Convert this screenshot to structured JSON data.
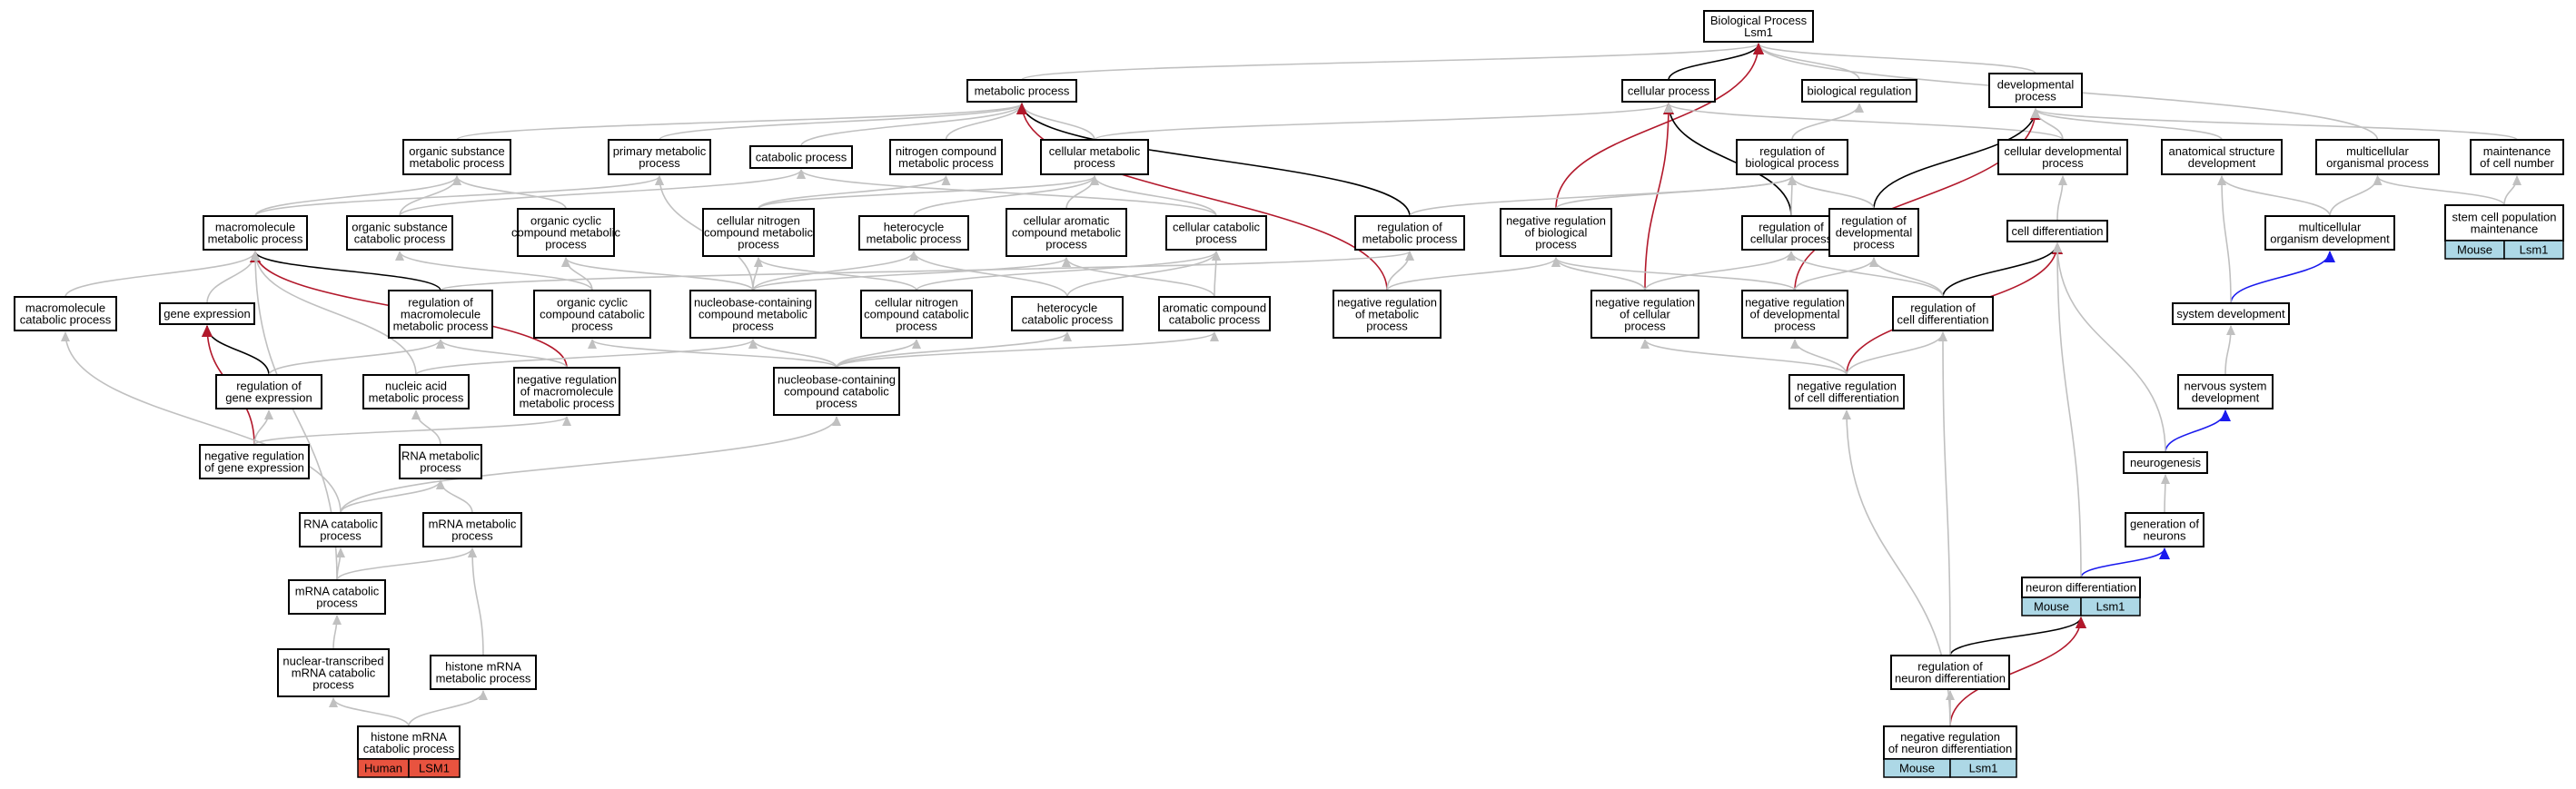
{
  "colors": {
    "gray": "#c0c0c0",
    "black": "#000000",
    "red": "#b2182b",
    "blue": "#1a1aee",
    "human_badge": "#e8533f",
    "mouse_badge": "#add8e6"
  },
  "nodes": {
    "bp": [
      "Biological Process",
      "Lsm1"
    ],
    "metabolic": [
      "metabolic process"
    ],
    "cellular_process": [
      "cellular process"
    ],
    "bio_reg": [
      "biological regulation"
    ],
    "dev_process": [
      "developmental",
      "process"
    ],
    "org_sub_met": [
      "organic substance",
      "metabolic process"
    ],
    "primary_met": [
      "primary metabolic",
      "process"
    ],
    "catabolic": [
      "catabolic process"
    ],
    "nitrogen_met": [
      "nitrogen compound",
      "metabolic process"
    ],
    "cellular_met": [
      "cellular metabolic",
      "process"
    ],
    "reg_bio": [
      "regulation of",
      "biological process"
    ],
    "cell_dev": [
      "cellular developmental",
      "process"
    ],
    "anat_dev": [
      "anatomical structure",
      "development"
    ],
    "multi_org": [
      "multicellular",
      "organismal process"
    ],
    "maint_cell": [
      "maintenance",
      "of cell number"
    ],
    "macro_met": [
      "macromolecule",
      "metabolic process"
    ],
    "org_sub_cat": [
      "organic substance",
      "catabolic process"
    ],
    "org_cyc_met": [
      "organic cyclic",
      "compound metabolic",
      "process"
    ],
    "cell_nit_met": [
      "cellular nitrogen",
      "compound metabolic",
      "process"
    ],
    "het_met": [
      "heterocycle",
      "metabolic process"
    ],
    "cell_aro_met": [
      "cellular aromatic",
      "compound metabolic",
      "process"
    ],
    "cell_cat": [
      "cellular catabolic",
      "process"
    ],
    "reg_met": [
      "regulation of",
      "metabolic process"
    ],
    "neg_reg_bio": [
      "negative regulation",
      "of biological",
      "process"
    ],
    "reg_cell": [
      "regulation of",
      "cellular process"
    ],
    "reg_dev": [
      "regulation of",
      "developmental",
      "process"
    ],
    "cell_diff": [
      "cell differentiation"
    ],
    "multi_dev": [
      "multicellular",
      "organism development"
    ],
    "stem_cell": [
      "stem cell population",
      "maintenance"
    ],
    "macro_cat": [
      "macromolecule",
      "catabolic process"
    ],
    "gene_expr": [
      "gene expression"
    ],
    "reg_macro": [
      "regulation of",
      "macromolecule",
      "metabolic process"
    ],
    "org_cyc_cat": [
      "organic cyclic",
      "compound catabolic",
      "process"
    ],
    "nucleo_met": [
      "nucleobase-containing",
      "compound metabolic",
      "process"
    ],
    "cell_nit_cat": [
      "cellular nitrogen",
      "compound catabolic",
      "process"
    ],
    "het_cat": [
      "heterocycle",
      "catabolic process"
    ],
    "aro_cat": [
      "aromatic compound",
      "catabolic process"
    ],
    "neg_reg_met": [
      "negative regulation",
      "of metabolic",
      "process"
    ],
    "neg_reg_cell": [
      "negative regulation",
      "of cellular",
      "process"
    ],
    "neg_reg_dev": [
      "negative regulation",
      "of developmental",
      "process"
    ],
    "reg_cell_diff": [
      "regulation of",
      "cell differentiation"
    ],
    "sys_dev": [
      "system development"
    ],
    "reg_gene": [
      "regulation of",
      "gene expression"
    ],
    "nucleic_met": [
      "nucleic acid",
      "metabolic process"
    ],
    "neg_reg_macro": [
      "negative regulation",
      "of macromolecule",
      "metabolic process"
    ],
    "nucleo_cat": [
      "nucleobase-containing",
      "compound catabolic",
      "process"
    ],
    "neg_reg_cell_diff": [
      "negative regulation",
      "of cell differentiation"
    ],
    "nerv_dev": [
      "nervous system",
      "development"
    ],
    "neg_reg_gene": [
      "negative regulation",
      "of gene expression"
    ],
    "rna_met": [
      "RNA metabolic",
      "process"
    ],
    "neurogenesis": [
      "neurogenesis"
    ],
    "rna_cat": [
      "RNA catabolic",
      "process"
    ],
    "mrna_met": [
      "mRNA metabolic",
      "process"
    ],
    "gen_neurons": [
      "generation of",
      "neurons"
    ],
    "mrna_cat": [
      "mRNA catabolic",
      "process"
    ],
    "neuron_diff": [
      "neuron differentiation"
    ],
    "nuc_mrna_cat": [
      "nuclear-transcribed",
      "mRNA catabolic",
      "process"
    ],
    "hist_mrna_met": [
      "histone mRNA",
      "metabolic process"
    ],
    "reg_neuron_diff": [
      "regulation of",
      "neuron differentiation"
    ],
    "hist_mrna_cat": [
      "histone mRNA",
      "catabolic process"
    ],
    "neg_reg_neuron_diff": [
      "negative regulation",
      "of neuron differentiation"
    ]
  },
  "badges": {
    "hist_mrna_cat": [
      "Human",
      "LSM1"
    ],
    "neuron_diff": [
      "Mouse",
      "Lsm1"
    ],
    "neg_reg_neuron_diff": [
      "Mouse",
      "Lsm1"
    ],
    "stem_cell": [
      "Mouse",
      "Lsm1"
    ]
  },
  "edges": [
    [
      "metabolic",
      "bp",
      "gray"
    ],
    [
      "cellular_process",
      "bp",
      "black"
    ],
    [
      "bio_reg",
      "bp",
      "gray"
    ],
    [
      "dev_process",
      "bp",
      "gray"
    ],
    [
      "multi_org",
      "bp",
      "gray"
    ],
    [
      "neg_reg_bio",
      "bp",
      "red"
    ],
    [
      "org_sub_met",
      "metabolic",
      "gray"
    ],
    [
      "primary_met",
      "metabolic",
      "gray"
    ],
    [
      "catabolic",
      "metabolic",
      "gray"
    ],
    [
      "nitrogen_met",
      "metabolic",
      "gray"
    ],
    [
      "cellular_met",
      "metabolic",
      "gray"
    ],
    [
      "reg_met",
      "metabolic",
      "black"
    ],
    [
      "neg_reg_met",
      "metabolic",
      "red"
    ],
    [
      "cellular_met",
      "cellular_process",
      "gray"
    ],
    [
      "reg_cell",
      "cellular_process",
      "black"
    ],
    [
      "neg_reg_cell",
      "cellular_process",
      "red"
    ],
    [
      "cell_dev",
      "cellular_process",
      "gray"
    ],
    [
      "reg_bio",
      "bio_reg",
      "gray"
    ],
    [
      "reg_dev",
      "dev_process",
      "black"
    ],
    [
      "neg_reg_dev",
      "dev_process",
      "red"
    ],
    [
      "cell_dev",
      "dev_process",
      "gray"
    ],
    [
      "anat_dev",
      "dev_process",
      "gray"
    ],
    [
      "maint_cell",
      "dev_process",
      "gray"
    ],
    [
      "reg_met",
      "reg_bio",
      "gray"
    ],
    [
      "reg_cell",
      "reg_bio",
      "gray"
    ],
    [
      "reg_dev",
      "reg_bio",
      "gray"
    ],
    [
      "neg_reg_bio",
      "reg_bio",
      "gray"
    ],
    [
      "macro_met",
      "org_sub_met",
      "gray"
    ],
    [
      "macro_met",
      "primary_met",
      "gray"
    ],
    [
      "org_sub_cat",
      "org_sub_met",
      "gray"
    ],
    [
      "org_sub_cat",
      "catabolic",
      "gray"
    ],
    [
      "org_cyc_met",
      "org_sub_met",
      "gray"
    ],
    [
      "cell_nit_met",
      "nitrogen_met",
      "gray"
    ],
    [
      "cell_nit_met",
      "cellular_met",
      "gray"
    ],
    [
      "het_met",
      "cellular_met",
      "gray"
    ],
    [
      "cell_aro_met",
      "cellular_met",
      "gray"
    ],
    [
      "cell_cat",
      "catabolic",
      "gray"
    ],
    [
      "cell_cat",
      "cellular_met",
      "gray"
    ],
    [
      "macro_cat",
      "macro_met",
      "gray"
    ],
    [
      "gene_expr",
      "macro_met",
      "gray"
    ],
    [
      "reg_macro",
      "macro_met",
      "black"
    ],
    [
      "reg_macro",
      "reg_met",
      "gray"
    ],
    [
      "neg_reg_macro",
      "macro_met",
      "red"
    ],
    [
      "neg_reg_macro",
      "reg_macro",
      "gray"
    ],
    [
      "org_cyc_cat",
      "org_cyc_met",
      "gray"
    ],
    [
      "org_cyc_cat",
      "org_sub_cat",
      "gray"
    ],
    [
      "nucleo_met",
      "cell_nit_met",
      "gray"
    ],
    [
      "nucleo_met",
      "het_met",
      "gray"
    ],
    [
      "nucleo_met",
      "cell_aro_met",
      "gray"
    ],
    [
      "nucleo_met",
      "org_cyc_met",
      "gray"
    ],
    [
      "nucleo_met",
      "primary_met",
      "gray"
    ],
    [
      "cell_nit_cat",
      "cell_nit_met",
      "gray"
    ],
    [
      "cell_nit_cat",
      "cell_cat",
      "gray"
    ],
    [
      "het_cat",
      "het_met",
      "gray"
    ],
    [
      "het_cat",
      "cell_cat",
      "gray"
    ],
    [
      "aro_cat",
      "cell_aro_met",
      "gray"
    ],
    [
      "aro_cat",
      "cell_cat",
      "gray"
    ],
    [
      "neg_reg_met",
      "reg_met",
      "gray"
    ],
    [
      "neg_reg_met",
      "neg_reg_bio",
      "gray"
    ],
    [
      "neg_reg_cell",
      "reg_cell",
      "gray"
    ],
    [
      "neg_reg_cell",
      "neg_reg_bio",
      "gray"
    ],
    [
      "neg_reg_dev",
      "reg_dev",
      "gray"
    ],
    [
      "neg_reg_dev",
      "neg_reg_bio",
      "gray"
    ],
    [
      "reg_cell_diff",
      "cell_diff",
      "black"
    ],
    [
      "reg_cell_diff",
      "reg_cell",
      "gray"
    ],
    [
      "reg_cell_diff",
      "reg_dev",
      "gray"
    ],
    [
      "cell_diff",
      "cell_dev",
      "gray"
    ],
    [
      "multi_dev",
      "multi_org",
      "gray"
    ],
    [
      "multi_dev",
      "anat_dev",
      "gray"
    ],
    [
      "stem_cell",
      "maint_cell",
      "gray"
    ],
    [
      "stem_cell",
      "multi_org",
      "gray"
    ],
    [
      "sys_dev",
      "multi_dev",
      "blue"
    ],
    [
      "sys_dev",
      "anat_dev",
      "gray"
    ],
    [
      "reg_gene",
      "gene_expr",
      "black"
    ],
    [
      "reg_gene",
      "reg_macro",
      "gray"
    ],
    [
      "nucleic_met",
      "macro_met",
      "gray"
    ],
    [
      "nucleic_met",
      "nucleo_met",
      "gray"
    ],
    [
      "nucleo_cat",
      "nucleo_met",
      "gray"
    ],
    [
      "nucleo_cat",
      "cell_nit_cat",
      "gray"
    ],
    [
      "nucleo_cat",
      "het_cat",
      "gray"
    ],
    [
      "nucleo_cat",
      "aro_cat",
      "gray"
    ],
    [
      "nucleo_cat",
      "org_cyc_cat",
      "gray"
    ],
    [
      "neg_reg_cell_diff",
      "cell_diff",
      "red"
    ],
    [
      "neg_reg_cell_diff",
      "reg_cell_diff",
      "gray"
    ],
    [
      "neg_reg_cell_diff",
      "neg_reg_dev",
      "gray"
    ],
    [
      "neg_reg_cell_diff",
      "neg_reg_cell",
      "gray"
    ],
    [
      "nerv_dev",
      "sys_dev",
      "gray"
    ],
    [
      "neg_reg_gene",
      "gene_expr",
      "red"
    ],
    [
      "neg_reg_gene",
      "reg_gene",
      "gray"
    ],
    [
      "neg_reg_gene",
      "neg_reg_macro",
      "gray"
    ],
    [
      "rna_met",
      "nucleic_met",
      "gray"
    ],
    [
      "neurogenesis",
      "nerv_dev",
      "blue"
    ],
    [
      "neurogenesis",
      "cell_diff",
      "gray"
    ],
    [
      "rna_cat",
      "rna_met",
      "gray"
    ],
    [
      "rna_cat",
      "nucleo_cat",
      "gray"
    ],
    [
      "rna_cat",
      "macro_cat",
      "gray"
    ],
    [
      "mrna_met",
      "rna_met",
      "gray"
    ],
    [
      "gen_neurons",
      "neurogenesis",
      "gray"
    ],
    [
      "mrna_cat",
      "rna_cat",
      "gray"
    ],
    [
      "mrna_cat",
      "mrna_met",
      "gray"
    ],
    [
      "mrna_cat",
      "macro_met",
      "gray"
    ],
    [
      "neuron_diff",
      "gen_neurons",
      "blue"
    ],
    [
      "neuron_diff",
      "cell_diff",
      "gray"
    ],
    [
      "nuc_mrna_cat",
      "mrna_cat",
      "gray"
    ],
    [
      "hist_mrna_met",
      "mrna_met",
      "gray"
    ],
    [
      "reg_neuron_diff",
      "neuron_diff",
      "black"
    ],
    [
      "reg_neuron_diff",
      "reg_cell_diff",
      "gray"
    ],
    [
      "hist_mrna_cat",
      "nuc_mrna_cat",
      "gray"
    ],
    [
      "hist_mrna_cat",
      "hist_mrna_met",
      "gray"
    ],
    [
      "neg_reg_neuron_diff",
      "neuron_diff",
      "red"
    ],
    [
      "neg_reg_neuron_diff",
      "reg_neuron_diff",
      "gray"
    ],
    [
      "neg_reg_neuron_diff",
      "neg_reg_cell_diff",
      "gray"
    ]
  ]
}
